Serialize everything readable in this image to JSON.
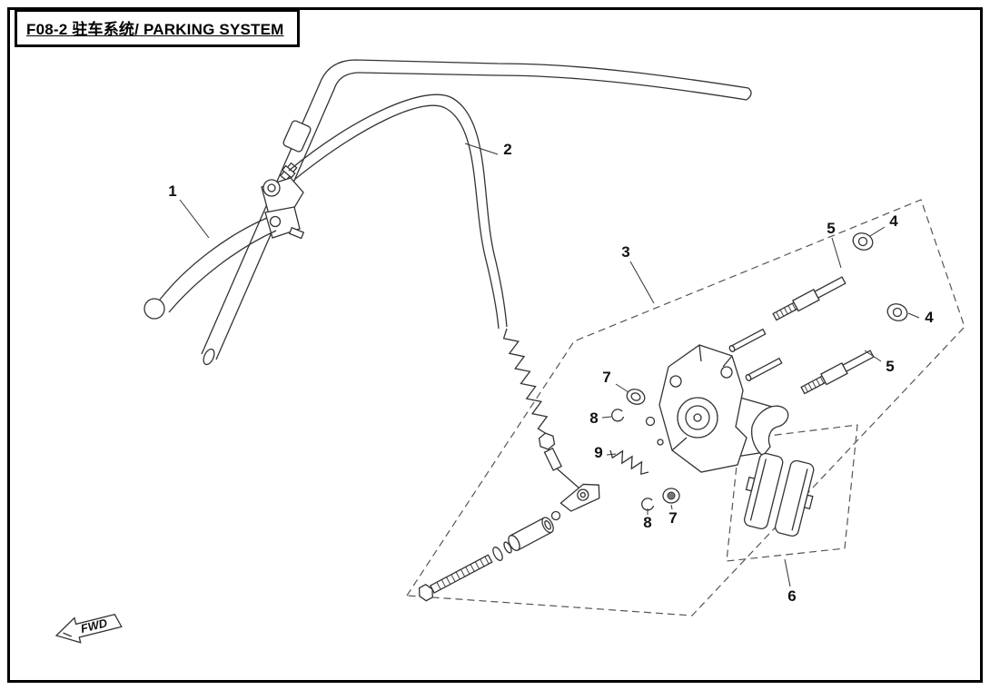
{
  "page": {
    "title": "F08-2 驻车系统/ PARKING SYSTEM",
    "fwd_label": "FWD"
  },
  "callouts": {
    "lever": "1",
    "cable": "2",
    "caliper_assembly": "3",
    "nut_upper": "4",
    "nut_lower": "4",
    "bolt_upper": "5",
    "bolt_lower": "5",
    "pads": "6",
    "seal_upper": "7",
    "seal_lower": "7",
    "clip_upper": "8",
    "clip_lower": "8",
    "spring": "9"
  }
}
